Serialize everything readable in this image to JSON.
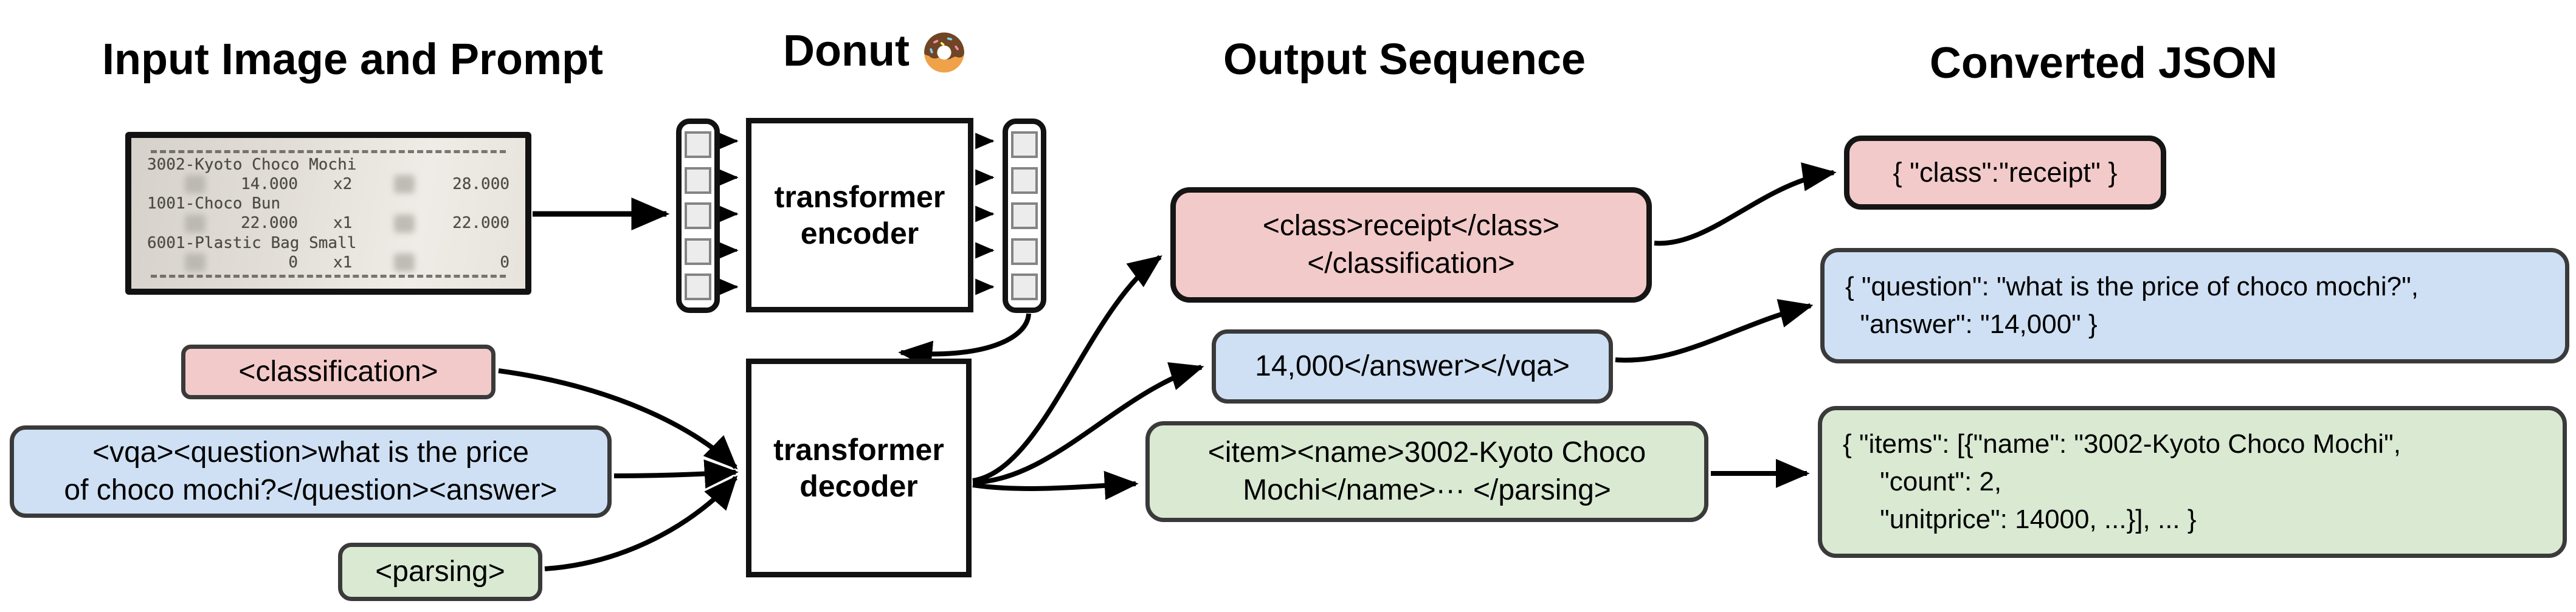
{
  "headings": {
    "input": "Input Image and Prompt",
    "model": "Donut",
    "output": "Output Sequence",
    "converted": "Converted JSON"
  },
  "receipt": {
    "rows": [
      {
        "name": "3002-Kyoto Choco Mochi",
        "price": "14.000",
        "qty": "x2",
        "total": "28.000"
      },
      {
        "name": "1001-Choco Bun",
        "price": "22.000",
        "qty": "x1",
        "total": "22.000"
      },
      {
        "name": "6001-Plastic Bag Small",
        "price": "0",
        "qty": "x1",
        "total": "0"
      }
    ]
  },
  "model": {
    "encoder_line1": "transformer",
    "encoder_line2": "encoder",
    "decoder_line1": "transformer",
    "decoder_line2": "decoder"
  },
  "prompts": {
    "classification": "<classification>",
    "vqa_line1": "<vqa><question>what is the price",
    "vqa_line2": "of choco mochi?</question><answer>",
    "parsing": "<parsing>"
  },
  "outputs": {
    "classification_line1": "<class>receipt</class>",
    "classification_line2": "</classification>",
    "vqa": "14,000</answer></vqa>",
    "parsing_line1": "<item><name>3002-Kyoto Choco",
    "parsing_line2": "Mochi</name>··· </parsing>"
  },
  "converted": {
    "classification": "{ \"class\":\"receipt\" }",
    "vqa_line1": "{ \"question\": \"what is the price of choco mochi?\",",
    "vqa_line2": "  \"answer\": \"14,000\" }",
    "parsing_line1": "{ \"items\": [{\"name\": \"3002-Kyoto Choco Mochi\",",
    "parsing_line2": "     \"count\": 2,",
    "parsing_line3": "     \"unitprice\": 14000, ...}], ... }"
  },
  "colors": {
    "classification_fill": "#f2cac9",
    "vqa_fill": "#cfe0f4",
    "parsing_fill": "#d9e9d2",
    "line": "#000000"
  }
}
